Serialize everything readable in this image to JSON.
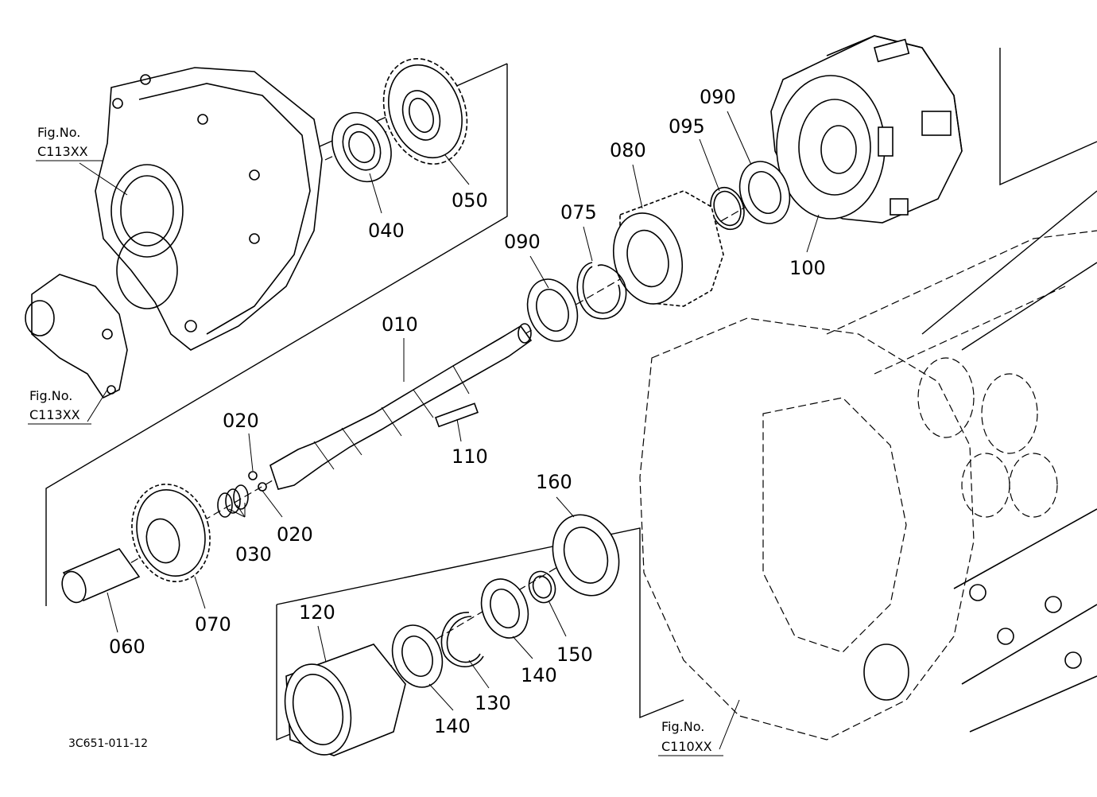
{
  "diagram": {
    "part_labels": {
      "p010": "010",
      "p020a": "020",
      "p020b": "020",
      "p030": "030",
      "p040": "040",
      "p050": "050",
      "p060": "060",
      "p070": "070",
      "p075": "075",
      "p080": "080",
      "p090a": "090",
      "p090b": "090",
      "p095": "095",
      "p100": "100",
      "p110": "110",
      "p120": "120",
      "p130": "130",
      "p140a": "140",
      "p140b": "140",
      "p150": "150",
      "p160": "160"
    },
    "fig_refs": {
      "ref1": {
        "title": "Fig.No.",
        "code": "C113XX"
      },
      "ref2": {
        "title": "Fig.No.",
        "code": "C113XX"
      },
      "ref3": {
        "title": "Fig.No.",
        "code": "C110XX"
      }
    },
    "drawing_code": "3C651-011-12"
  }
}
